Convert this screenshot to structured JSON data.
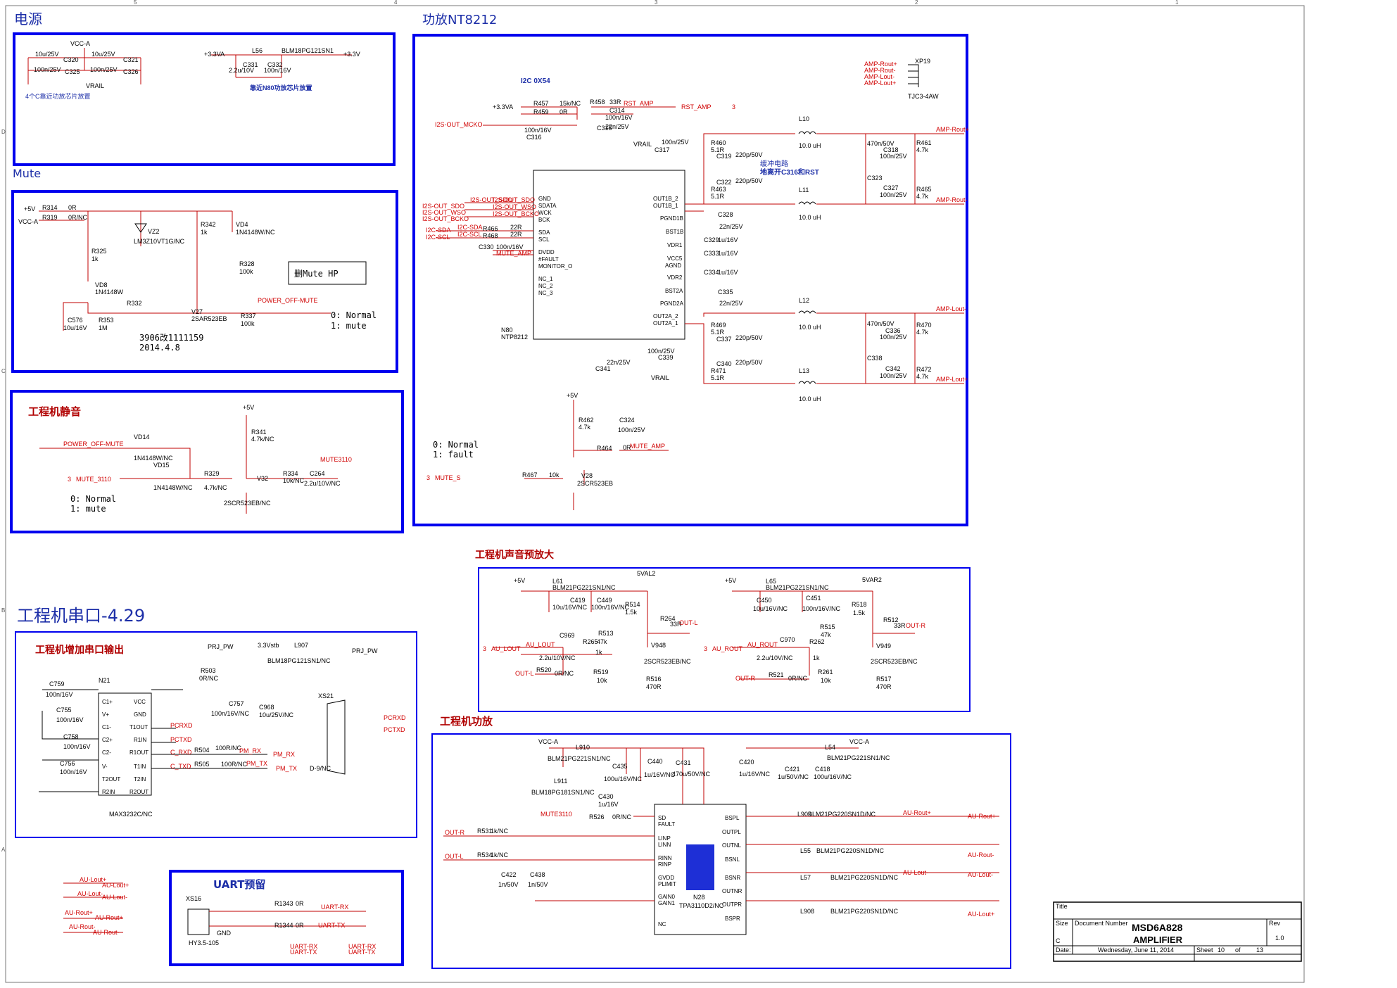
{
  "sections": {
    "power": {
      "title": "电源",
      "vcc_a": "VCC-A",
      "c320": "C320",
      "c321": "C321",
      "c325": "C325",
      "c326": "C326",
      "val_10u": "10u/25V",
      "val_100n": "100n/25V",
      "vrail": "VRAIL",
      "note": "4个C靠近功放芯片放置",
      "v33va": "+3.3VA",
      "l56": "L56",
      "blm": "BLM18PG121SN1",
      "v33v": "+3.3V",
      "c331": "C331",
      "c332": "C332",
      "c331v": "2.2u/10V",
      "c332v": "100n/16V",
      "note2": "靠近N80功放芯片放置"
    },
    "mute": {
      "title": "Mute",
      "v5": "+5V",
      "vcca": "VCC-A",
      "r314": "R314",
      "r319": "R319",
      "r0": "0R",
      "r0nc": "0R/NC",
      "vz2": "VZ2",
      "vz2p": "LM3Z10VT1G/NC",
      "vd4": "VD4",
      "vd4p": "1N4148W/NC",
      "r342": "R342",
      "r342v": "1k",
      "r325": "R325",
      "r325v": "1k",
      "r328": "R328",
      "r328v": "100k",
      "vd8": "VD8",
      "vd8p": "1N4148W",
      "del": "删Mute HP",
      "r332": "R332",
      "power_off_mute": "POWER_OFF-MUTE",
      "v27": "V27",
      "v27p": "2SAR523EB",
      "c576": "C576",
      "c576v": "10u/16V",
      "r353": "R353",
      "r353v": "1M",
      "r337": "R337",
      "r337v": "100k",
      "normal": "0: Normal",
      "mutes": "1: mute",
      "rev": "3906改1111159",
      "date": "2014.4.8"
    },
    "eng_mute": {
      "title": "工程机静音",
      "power_off_mute": "POWER_OFF-MUTE",
      "vd14": "VD14",
      "vd14p": "1N4148W/NC",
      "vd15": "VD15",
      "vd15p": "1N4148W/NC",
      "mute3110": "MUTE_3110",
      "r329": "R329",
      "r329v": "4.7k/NC",
      "v32": "V32",
      "v32p": "2SCR523EB/NC",
      "r341": "R341",
      "r341v": "4.7k/NC",
      "r334": "R334",
      "r334v": "10k/NC",
      "c264": "C264",
      "c264v": "2.2u/10V/NC",
      "mute3110b": "MUTE3110",
      "v5": "+5V",
      "normal": "0: Normal",
      "mute": "1: mute",
      "n3": "3"
    },
    "amp": {
      "title": "功放NT8212",
      "i2c": "I2C 0X54",
      "v33va": "+3.3VA",
      "r457": "R457",
      "r457v": "15k/NC",
      "r459": "R459",
      "r459v": "0R",
      "r458": "R458",
      "r458v": "33R",
      "c314": "C314",
      "c314v": "100n/16V",
      "rst_amp": "RST_AMP",
      "n3": "3",
      "i2s_mck": "I2S-OUT_MCKO",
      "c315": "C315",
      "c315v": "22n/25V",
      "c316": "C316",
      "c316v": "100n/16V",
      "v33": "+3.3VA",
      "vrail": "VRAIL",
      "c317": "C317",
      "c317v": "100n/25V",
      "r460": "R460",
      "r460v": "5.1R",
      "c319": "C319",
      "c319v": "220p/50V",
      "buf1": "缓冲电路",
      "buf2": "地离开C316和RST",
      "c322": "C322",
      "c322v": "220p/50V",
      "r463": "R463",
      "r463v": "5.1R",
      "l10": "L10",
      "l10v": "10.0 uH",
      "l11": "L11",
      "l11v": "10.0 uH",
      "l12": "L12",
      "l12v": "10.0 uH",
      "l13": "L13",
      "l13v": "10.0 uH",
      "c318": "C318",
      "c318v": "100n/25V",
      "c323": "C323",
      "c327": "C327",
      "c327v": "100n/25V",
      "c470": "470n/50V",
      "r461": "R461",
      "r461v": "4.7k",
      "r465": "R465",
      "r465v": "4.7k",
      "amp_rout_p": "AMP-Rout+",
      "amp_rout_m": "AMP-Rout-",
      "amp_lout_m": "AMP-Lout-",
      "amp_lout_p": "AMP-Lout+",
      "xp19": "XP19",
      "tjc": "TJC3-4AW",
      "i2s_sdo": "I2S-OUT_SDO",
      "i2s_wso": "I2S-OUT_WSO",
      "i2s_bcko": "I2S-OUT_BCKO",
      "i2c_sda": "I2C-SDA",
      "i2c_scl": "I2C-SCL",
      "r466": "R466",
      "r468": "R468",
      "r22": "22R",
      "c330": "C330",
      "c330v": "100n/16V",
      "mute_amp": "MUTE_AMP",
      "n80": "N80",
      "ntp": "NTP8212",
      "c328": "C328",
      "c328v": "22n/25V",
      "c329": "C329",
      "c333": "C333",
      "c334": "C334",
      "c1u": "1u/16V",
      "c335": "C335",
      "c335v": "22n/25V",
      "r469": "R469",
      "r469v": "5.1R",
      "c337": "C337",
      "c337v": "220p/50V",
      "c340": "C340",
      "c340v": "220p/50V",
      "r471": "R471",
      "r471v": "5.1R",
      "c336": "C336",
      "c336v": "100n/25V",
      "c338": "C338",
      "c342": "C342",
      "c342v": "100n/25V",
      "r470": "R470",
      "r470v": "4.7k",
      "r472": "R472",
      "r472v": "4.7k",
      "c341": "C341",
      "c341v": "22n/25V",
      "c339": "C339",
      "c339v": "100n/25V",
      "vrail2": "VRAIL",
      "v5": "+5V",
      "r462": "R462",
      "r462v": "4.7k",
      "c324": "C324",
      "c324v": "100n/25V",
      "r464": "R464",
      "r464v": "0R",
      "mute_amp2": "MUTE_AMP",
      "r467": "R467",
      "r467v": "10k",
      "mute_s": "MUTE_S",
      "v28": "V28",
      "v28p": "2SCR523EB",
      "normal": "0: Normal",
      "fault": "1: fault"
    },
    "preamp": {
      "title": "工程机声音预放大",
      "v5": "+5V",
      "l61": "L61",
      "blm": "BLM21PG221SN1/NC",
      "vval2": "5VAL2",
      "c419": "C419",
      "c419v": "10u/16V/NC",
      "c449": "C449",
      "c449v": "100n/16V/NC",
      "r514": "R514",
      "r514v": "1.5k",
      "r264": "R264",
      "r264v": "33R",
      "out_l": "OUT-L",
      "au_lout": "AU_LOUT",
      "c969": "C969",
      "c969v": "2.2u/10V/NC",
      "r265": "R265",
      "r265v": "47k",
      "r513": "R513",
      "r513v": "1k",
      "v948": "V948",
      "v948p": "2SCR523EB/NC",
      "r520": "R520",
      "r520v": "0R/NC",
      "r519": "R519",
      "r519v": "10k",
      "r516": "R516",
      "r516v": "470R",
      "l65": "L65",
      "vvar2": "5VAR2",
      "c450": "C450",
      "c450v": "10u/16V/NC",
      "c451": "C451",
      "c451v": "100n/16V/NC",
      "r518": "R518",
      "r518v": "1.5k",
      "r512": "R512",
      "r512v": "33R",
      "out_r": "OUT-R",
      "au_rout": "AU_ROUT",
      "c970": "C970",
      "c970v": "2.2u/10V/NC",
      "r262": "R262",
      "r262v": "1k",
      "r515": "R515",
      "r515v": "47k",
      "v949": "V949",
      "v949p": "2SCR523EB/NC",
      "r521": "R521",
      "r521v": "0R/NC",
      "r261": "R261",
      "r261v": "10k",
      "r517": "R517",
      "r517v": "470R",
      "n3": "3"
    },
    "uart_big": {
      "title": "工程机串口-4.29",
      "subtitle": "工程机增加串口输出",
      "prj": "PRJ_PW",
      "v33": "3.3Vstb",
      "l907": "L907",
      "blm": "BLM18PG121SN1/NC",
      "prj2": "PRJ_PW",
      "c759": "C759",
      "c759v": "100n/16V",
      "n21": "N21",
      "r503": "R503",
      "r503v": "0R/NC",
      "c757": "C757",
      "c757v": "100n/16V/NC",
      "c968": "C968",
      "c968v": "10u/25V/NC",
      "c755": "C755",
      "c755v": "100n/16V",
      "c758": "C758",
      "c758v": "100n/16V",
      "c756": "C756",
      "c756v": "100n/16V",
      "pcrxd": "PCRXD",
      "pctxd": "PCTXD",
      "c_rxd": "C_RXD",
      "c_txd": "C_TXD",
      "r504": "R504",
      "r504v": "100R/NC",
      "r505": "R505",
      "r505v": "100R/NC",
      "pm_rx": "PM_RX",
      "pm_tx": "PM_TX",
      "xs21": "XS21",
      "d9": "D-9/NC",
      "max": "MAX3232C/NC",
      "pins_l": [
        "C1+",
        "V+",
        "C1-",
        "C2+",
        "C2-",
        "V-",
        "T2OUT",
        "R2IN"
      ],
      "pins_r": [
        "VCC",
        "GND",
        "T1OUT",
        "R1IN",
        "R1OUT",
        "T1IN",
        "T2IN",
        "R2OUT"
      ]
    },
    "uart_small": {
      "title": "UART预留",
      "xs16": "XS16",
      "r1343": "R1343",
      "r1343v": "0R",
      "r1344": "R1344",
      "r1344v": "0R",
      "uart_rx": "UART-RX",
      "uart_tx": "UART-TX",
      "hy": "HY3.5-105",
      "gnd": "GND"
    },
    "au_labels": [
      "AU-Lout+",
      "AU-Lout-",
      "AU-Rout+",
      "AU-Rout-"
    ],
    "eng_amp": {
      "title": "工程机功放",
      "vcca": "VCC-A",
      "l910": "L910",
      "blm221": "BLM21PG221SN1/NC",
      "c440": "C440",
      "c440v": "1u/16V/NC",
      "c431": "C431",
      "c431v": "470u/50V/NC",
      "l911": "L911",
      "blm181": "BLM18PG181SN1/NC",
      "c435": "C435",
      "c435v": "100u/16V/NC",
      "c430": "C430",
      "c430v": "1u/16V",
      "c420": "C420",
      "c420v": "1u/16V/NC",
      "c421": "C421",
      "c421v": "1u/50V/NC",
      "c418": "C418",
      "c418v": "100u/16V/NC",
      "l54": "L54",
      "mute3110": "MUTE3110",
      "r526": "R526",
      "r526v": "0R/NC",
      "out_r": "OUT-R",
      "out_l": "OUT-L",
      "r531": "R531",
      "r531v": "1k/NC",
      "r534": "R534",
      "r534v": "1k/NC",
      "c422": "C422",
      "c422v": "1n/50V",
      "c438": "C438",
      "c438v": "1n/50V",
      "n28": "N28",
      "tpa": "TPA3110D2/NC",
      "au_rout_p": "AU-Rout+",
      "au_rout_m": "AU-Rout-",
      "au_lout_p": "AU-Lout+",
      "au_lout_m": "AU-Lout-",
      "l909": "L909",
      "l55": "L55",
      "l57": "L57",
      "l908": "L908",
      "blm220": "BLM21PG220SN1D/NC",
      "vcca2": "VCC-A",
      "pins_l": [
        "SD",
        "FAULT",
        "LINP",
        "LINN",
        "RINN",
        "RINP",
        "GVDD",
        "PLIMIT",
        "GAIN0",
        "GAIN1",
        "NC"
      ],
      "pins_r": [
        "BSPL",
        "OUTPL",
        "OUTNL",
        "BSNL",
        "BSNR",
        "OUTNR",
        "OUTPR",
        "BSPR"
      ]
    },
    "title_block": {
      "title_lbl": "Title",
      "title": "MSD6A828",
      "size_lbl": "Size",
      "size": "C",
      "doc_lbl": "Document Number",
      "doc": "AMPLIFIER",
      "rev_lbl": "Rev",
      "rev": "1.0",
      "date_lbl": "Date:",
      "date": "Wednesday, June 11, 2014",
      "sheet_lbl": "Sheet",
      "sheet": "10",
      "of_lbl": "of",
      "of": "13"
    },
    "border": {
      "top_nums": [
        "5",
        "4",
        "3",
        "2",
        "1"
      ],
      "side_letters": [
        "D",
        "C",
        "B",
        "A"
      ]
    }
  }
}
